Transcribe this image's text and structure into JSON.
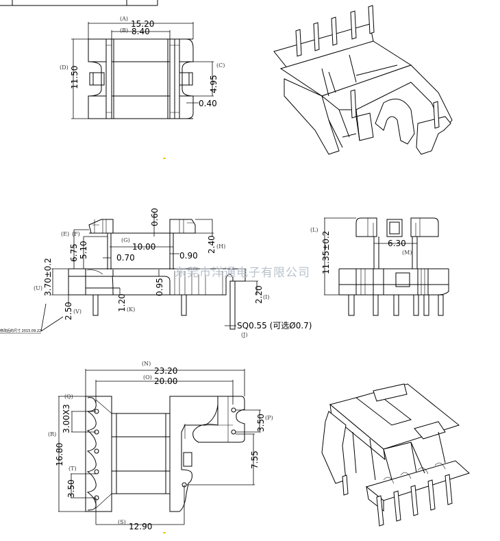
{
  "watermark": "东莞市洋通电子有限公司",
  "revision_note": "修改后的尺寸 2015.09.22",
  "top_view": {
    "A": {
      "tag": "(A)",
      "value": "15.20"
    },
    "B": {
      "tag": "(B)",
      "value": "8.40"
    },
    "C": {
      "tag": "(C)",
      "value": "4.95"
    },
    "D": {
      "tag": "(D)",
      "value": "11.50"
    },
    "slot": {
      "value": "0.40"
    }
  },
  "front_view": {
    "top": {
      "value": "0.60"
    },
    "E": {
      "tag": "(E)",
      "value": "6.75"
    },
    "F": {
      "tag": "(F)",
      "value": "5.10"
    },
    "G": {
      "tag": "(G)",
      "value": "10.00"
    },
    "wall_left": {
      "value": "0.70"
    },
    "wall_right": {
      "value": "0.90"
    },
    "H": {
      "tag": "(H)",
      "value": "2.40"
    },
    "base": {
      "value": "0.95"
    },
    "U": {
      "tag": "(U)",
      "value": "3.70±0.2"
    },
    "V": {
      "tag": "(V)",
      "value": "2.50"
    },
    "K": {
      "tag": "(K)",
      "value": "1.20"
    },
    "I": {
      "tag": "(I)",
      "value": "2.20"
    },
    "J": {
      "tag": "(J)",
      "value": "SQ0.55 (可选Ø0.7)"
    }
  },
  "side_view": {
    "L": {
      "tag": "(L)",
      "value": "11.35±0.2"
    },
    "M": {
      "tag": "(M)",
      "value": "6.30"
    }
  },
  "bottom_view": {
    "N": {
      "tag": "(N)",
      "value": "23.20"
    },
    "O": {
      "tag": "(O)",
      "value": "20.00"
    },
    "P": {
      "tag": "(P)",
      "value": "3.50"
    },
    "Q": {
      "tag": "(Q)",
      "value": "3.00X3"
    },
    "R": {
      "tag": "(R)",
      "value": "16.80"
    },
    "S": {
      "tag": "(S)",
      "value": "12.90"
    },
    "T": {
      "tag": "(T)",
      "value": "3.50"
    },
    "offset": {
      "value": "7.55"
    }
  }
}
